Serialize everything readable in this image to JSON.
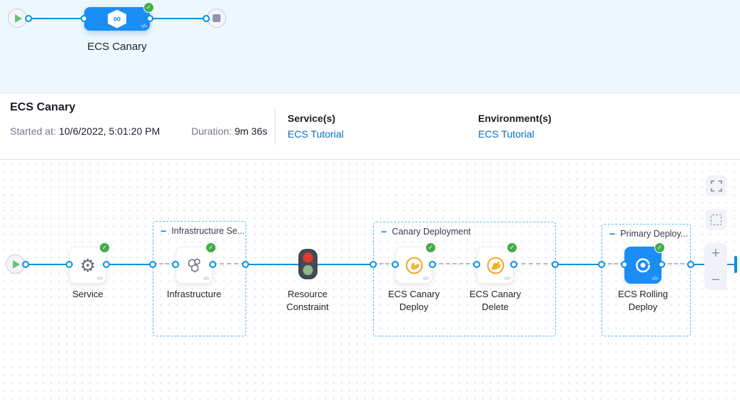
{
  "minimap": {
    "stage_label": "ECS Canary"
  },
  "summary": {
    "title": "ECS Canary",
    "started_label": "Started at:",
    "started_value": "10/6/2022, 5:01:20 PM",
    "duration_label": "Duration:",
    "duration_value": "9m 36s",
    "services_label": "Service(s)",
    "services_value": "ECS Tutorial",
    "environments_label": "Environment(s)",
    "environments_value": "ECS Tutorial"
  },
  "graph": {
    "groups": [
      {
        "id": "infrastructure-section",
        "label": "Infrastructure Se..."
      },
      {
        "id": "canary-deployment",
        "label": "Canary Deployment"
      },
      {
        "id": "primary-deployment",
        "label": "Primary Deploy..."
      }
    ],
    "nodes": [
      {
        "id": "service",
        "label": "Service",
        "status": "success"
      },
      {
        "id": "infrastructure",
        "label": "Infrastructure",
        "status": "success"
      },
      {
        "id": "resource-constraint",
        "label": "Resource Constraint"
      },
      {
        "id": "ecs-canary-deploy",
        "label": "ECS Canary Deploy",
        "status": "success"
      },
      {
        "id": "ecs-canary-delete",
        "label": "ECS Canary Delete",
        "status": "success"
      },
      {
        "id": "ecs-rolling-deploy",
        "label": "ECS Rolling Deploy",
        "status": "success"
      }
    ],
    "controls": {
      "zoom_in": "+",
      "zoom_out": "−"
    }
  },
  "icons": {
    "code": "</>",
    "infinity": "∞",
    "check": "✓",
    "collapse": "−"
  },
  "colors": {
    "accent_blue": "#0092e4",
    "node_blue": "#1b8df6",
    "success_green": "#42ab45",
    "canary_yellow": "#f3a42a",
    "link_blue": "#0b6cbd",
    "minimap_bg": "#ecf8fe"
  }
}
